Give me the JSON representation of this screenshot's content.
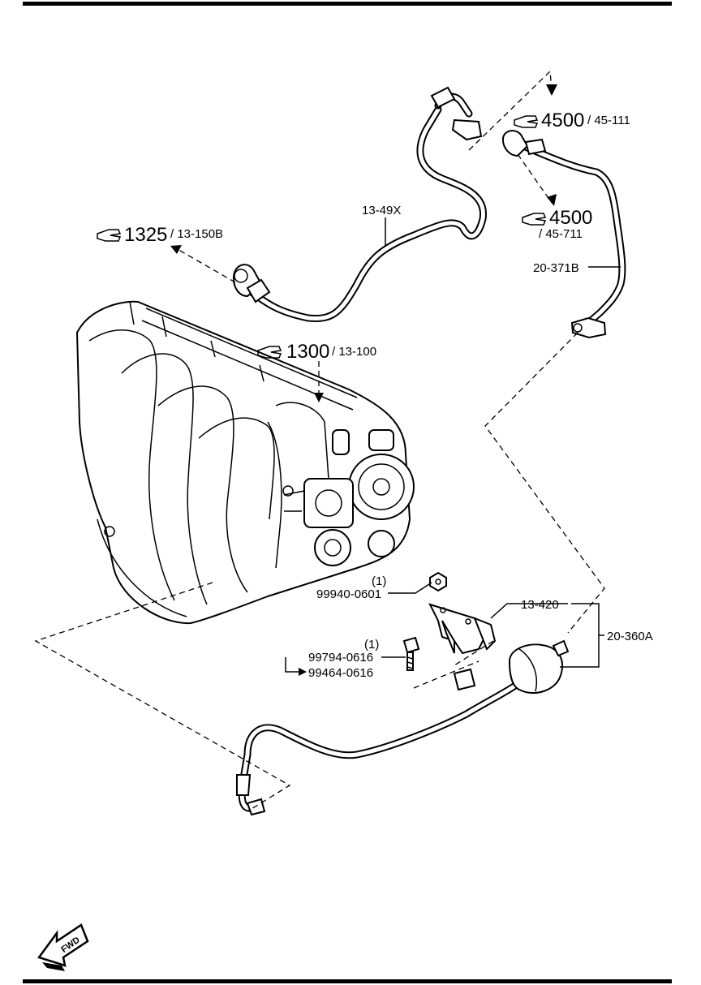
{
  "references": [
    {
      "id": "ref-4500-a",
      "number": "4500",
      "suffix": "/ 45-111"
    },
    {
      "id": "ref-4500-b",
      "number": "4500",
      "suffix": "/ 45-711"
    },
    {
      "id": "ref-1325",
      "number": "1325",
      "suffix": "/ 13-150B"
    },
    {
      "id": "ref-1300",
      "number": "1300",
      "suffix": "/ 13-100"
    }
  ],
  "parts": {
    "hose_13_49x": "13-49X",
    "hose_20_371b": "20-371B",
    "bracket_13_420": "13-420",
    "hose_20_360a": "20-360A",
    "nut_qty": "(1)",
    "nut_part": "99940-0601",
    "bolt_qty": "(1)",
    "bolt_part_a": "99794-0616",
    "bolt_part_b": "99464-0616"
  },
  "fwd_label": "FWD"
}
